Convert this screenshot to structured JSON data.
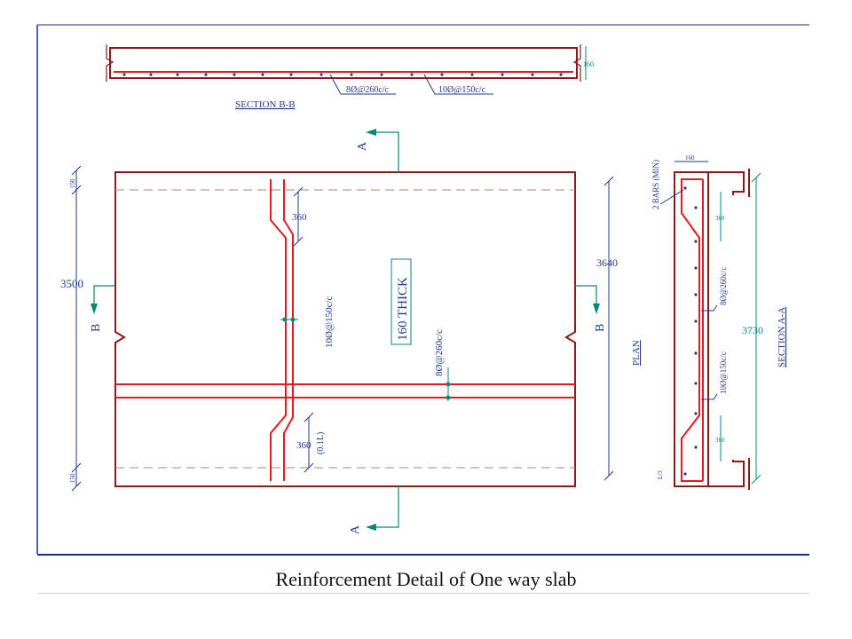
{
  "figure": {
    "caption": "Reinforcement Detail of One way slab",
    "section_bb": {
      "title": "SECTION B-B",
      "label_dist": "8Ø@260c/c",
      "label_main": "10Ø@150c/c",
      "thickness": "160"
    },
    "plan": {
      "title": "PLAN",
      "thickness_label": "160 THICK",
      "main_bar": "10Ø@150c/c",
      "dist_bar": "8Ø@260c/c",
      "dim_span": "3500",
      "dim_length": "3640",
      "dim_bend_top": "360",
      "dim_bend_bottom": "360",
      "bend_note": "(0.1L)",
      "edge_top": "150",
      "edge_bottom": "150",
      "cut_a_top": "A",
      "cut_a_bottom": "A",
      "cut_b_left": "B",
      "cut_b_right": "B"
    },
    "section_aa": {
      "title": "SECTION A-A",
      "bars_min": "2 BARS (MIN)",
      "width": "160",
      "dist_bar": "8Ø@260c/c",
      "main_bar": "10Ø@150c/c",
      "dim_total": "3730",
      "dim_top": "360",
      "dim_bottom": "360",
      "bottom_mark": "L/3"
    },
    "colors": {
      "concrete": "#8b1a1a",
      "rebar": "#e01b24",
      "dimension": "#1f3a8a",
      "annotation": "#00897b"
    }
  }
}
